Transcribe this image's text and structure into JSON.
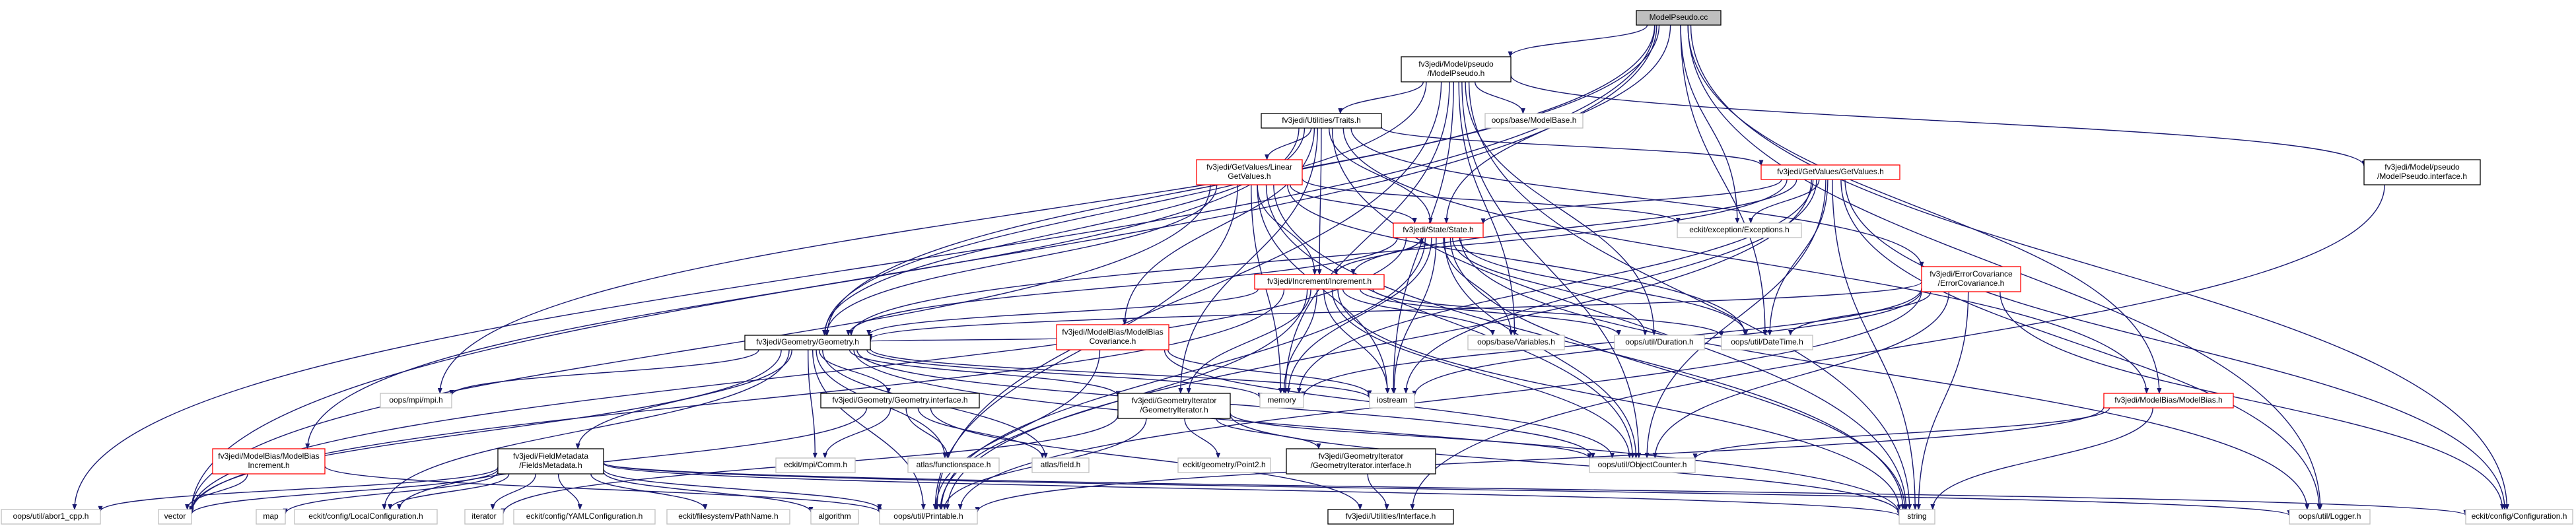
{
  "diagram": {
    "colors": {
      "edge": "#191970",
      "root_fill": "#bfbfbf",
      "doc_border": "#000000",
      "undoc_border": "#ff0000",
      "external_border": "#bfbfbf",
      "background": "#ffffff"
    },
    "nodes": [
      {
        "id": "modelpseudo-cc",
        "lines": [
          "ModelPseudo.cc"
        ],
        "kind": "root"
      },
      {
        "id": "model-pseudo-h",
        "lines": [
          "fv3jedi/Model/pseudo",
          "/ModelPseudo.h"
        ],
        "kind": "doc"
      },
      {
        "id": "traits-h",
        "lines": [
          "fv3jedi/Utilities/Traits.h"
        ],
        "kind": "doc"
      },
      {
        "id": "modelbase-h",
        "lines": [
          "oops/base/ModelBase.h"
        ],
        "kind": "external"
      },
      {
        "id": "linear-getvalues-h",
        "lines": [
          "fv3jedi/GetValues/Linear",
          "GetValues.h"
        ],
        "kind": "undoc"
      },
      {
        "id": "getvalues-h",
        "lines": [
          "fv3jedi/GetValues/GetValues.h"
        ],
        "kind": "undoc"
      },
      {
        "id": "model-pseudo-interface-h",
        "lines": [
          "fv3jedi/Model/pseudo",
          "/ModelPseudo.interface.h"
        ],
        "kind": "doc"
      },
      {
        "id": "state-h",
        "lines": [
          "fv3jedi/State/State.h"
        ],
        "kind": "undoc"
      },
      {
        "id": "exceptions-h",
        "lines": [
          "eckit/exception/Exceptions.h"
        ],
        "kind": "external"
      },
      {
        "id": "errorcovariance-h",
        "lines": [
          "fv3jedi/ErrorCovariance",
          "/ErrorCovariance.h"
        ],
        "kind": "undoc"
      },
      {
        "id": "increment-h",
        "lines": [
          "fv3jedi/Increment/Increment.h"
        ],
        "kind": "undoc"
      },
      {
        "id": "modelbias-covariance-h",
        "lines": [
          "fv3jedi/ModelBias/ModelBias",
          "Covariance.h"
        ],
        "kind": "undoc"
      },
      {
        "id": "geometry-h",
        "lines": [
          "fv3jedi/Geometry/Geometry.h"
        ],
        "kind": "doc"
      },
      {
        "id": "variables-h",
        "lines": [
          "oops/base/Variables.h"
        ],
        "kind": "external"
      },
      {
        "id": "duration-h",
        "lines": [
          "oops/util/Duration.h"
        ],
        "kind": "external"
      },
      {
        "id": "datetime-h",
        "lines": [
          "oops/util/DateTime.h"
        ],
        "kind": "external"
      },
      {
        "id": "mpi-h",
        "lines": [
          "oops/mpi/mpi.h"
        ],
        "kind": "external"
      },
      {
        "id": "memory",
        "lines": [
          "memory"
        ],
        "kind": "external"
      },
      {
        "id": "iostream",
        "lines": [
          "iostream"
        ],
        "kind": "external"
      },
      {
        "id": "geometry-interface-h",
        "lines": [
          "fv3jedi/Geometry/Geometry.interface.h"
        ],
        "kind": "doc"
      },
      {
        "id": "geometryiterator-h",
        "lines": [
          "fv3jedi/GeometryIterator",
          "/GeometryIterator.h"
        ],
        "kind": "doc"
      },
      {
        "id": "modelbias-h",
        "lines": [
          "fv3jedi/ModelBias/ModelBias.h"
        ],
        "kind": "undoc"
      },
      {
        "id": "modelbias-increment-h",
        "lines": [
          "fv3jedi/ModelBias/ModelBias",
          "Increment.h"
        ],
        "kind": "undoc"
      },
      {
        "id": "fieldsmetadata-h",
        "lines": [
          "fv3jedi/FieldMetadata",
          "/FieldsMetadata.h"
        ],
        "kind": "doc"
      },
      {
        "id": "comm-h",
        "lines": [
          "eckit/mpi/Comm.h"
        ],
        "kind": "external"
      },
      {
        "id": "functionspace-h",
        "lines": [
          "atlas/functionspace.h"
        ],
        "kind": "external"
      },
      {
        "id": "field-h",
        "lines": [
          "atlas/field.h"
        ],
        "kind": "external"
      },
      {
        "id": "point2-h",
        "lines": [
          "eckit/geometry/Point2.h"
        ],
        "kind": "external"
      },
      {
        "id": "geometryiterator-interface-h",
        "lines": [
          "fv3jedi/GeometryIterator",
          "/GeometryIterator.interface.h"
        ],
        "kind": "doc"
      },
      {
        "id": "objectcounter-h",
        "lines": [
          "oops/util/ObjectCounter.h"
        ],
        "kind": "external"
      },
      {
        "id": "abor1-cpp-h",
        "lines": [
          "oops/util/abor1_cpp.h"
        ],
        "kind": "external"
      },
      {
        "id": "vector",
        "lines": [
          "vector"
        ],
        "kind": "external"
      },
      {
        "id": "map",
        "lines": [
          "map"
        ],
        "kind": "external"
      },
      {
        "id": "localconfiguration-h",
        "lines": [
          "eckit/config/LocalConfiguration.h"
        ],
        "kind": "external"
      },
      {
        "id": "iterator",
        "lines": [
          "iterator"
        ],
        "kind": "external"
      },
      {
        "id": "yamlconfiguration-h",
        "lines": [
          "eckit/config/YAMLConfiguration.h"
        ],
        "kind": "external"
      },
      {
        "id": "pathname-h",
        "lines": [
          "eckit/filesystem/PathName.h"
        ],
        "kind": "external"
      },
      {
        "id": "algorithm",
        "lines": [
          "algorithm"
        ],
        "kind": "external"
      },
      {
        "id": "printable-h",
        "lines": [
          "oops/util/Printable.h"
        ],
        "kind": "external"
      },
      {
        "id": "utilities-interface-h",
        "lines": [
          "fv3jedi/Utilities/Interface.h"
        ],
        "kind": "doc"
      },
      {
        "id": "string",
        "lines": [
          "string"
        ],
        "kind": "external"
      },
      {
        "id": "logger-h",
        "lines": [
          "oops/util/Logger.h"
        ],
        "kind": "external"
      },
      {
        "id": "configuration-h",
        "lines": [
          "eckit/config/Configuration.h"
        ],
        "kind": "external"
      }
    ],
    "edges": [
      [
        "modelpseudo-cc",
        "model-pseudo-h"
      ],
      [
        "modelpseudo-cc",
        "state-h"
      ],
      [
        "modelpseudo-cc",
        "modelbias-h"
      ],
      [
        "modelpseudo-cc",
        "geometry-h"
      ],
      [
        "modelpseudo-cc",
        "mpi-h"
      ],
      [
        "modelpseudo-cc",
        "vector"
      ],
      [
        "modelpseudo-cc",
        "abor1-cpp-h"
      ],
      [
        "modelpseudo-cc",
        "exceptions-h"
      ],
      [
        "modelpseudo-cc",
        "datetime-h"
      ],
      [
        "modelpseudo-cc",
        "logger-h"
      ],
      [
        "modelpseudo-cc",
        "configuration-h"
      ],
      [
        "model-pseudo-h",
        "traits-h"
      ],
      [
        "model-pseudo-h",
        "modelbase-h"
      ],
      [
        "model-pseudo-h",
        "model-pseudo-interface-h"
      ],
      [
        "model-pseudo-h",
        "variables-h"
      ],
      [
        "model-pseudo-h",
        "duration-h"
      ],
      [
        "model-pseudo-h",
        "printable-h"
      ],
      [
        "model-pseudo-h",
        "objectcounter-h"
      ],
      [
        "model-pseudo-h",
        "geometry-h"
      ],
      [
        "model-pseudo-h",
        "memory"
      ],
      [
        "model-pseudo-h",
        "string"
      ],
      [
        "model-pseudo-h",
        "iostream"
      ],
      [
        "traits-h",
        "linear-getvalues-h"
      ],
      [
        "traits-h",
        "getvalues-h"
      ],
      [
        "traits-h",
        "state-h"
      ],
      [
        "traits-h",
        "increment-h"
      ],
      [
        "traits-h",
        "errorcovariance-h"
      ],
      [
        "traits-h",
        "modelbias-covariance-h"
      ],
      [
        "traits-h",
        "modelbias-increment-h"
      ],
      [
        "traits-h",
        "geometry-h"
      ],
      [
        "traits-h",
        "geometryiterator-h"
      ],
      [
        "traits-h",
        "modelbias-h"
      ],
      [
        "traits-h",
        "string"
      ],
      [
        "linear-getvalues-h",
        "state-h"
      ],
      [
        "linear-getvalues-h",
        "increment-h"
      ],
      [
        "linear-getvalues-h",
        "geometry-h"
      ],
      [
        "linear-getvalues-h",
        "exceptions-h"
      ],
      [
        "linear-getvalues-h",
        "datetime-h"
      ],
      [
        "linear-getvalues-h",
        "objectcounter-h"
      ],
      [
        "linear-getvalues-h",
        "printable-h"
      ],
      [
        "linear-getvalues-h",
        "vector"
      ],
      [
        "linear-getvalues-h",
        "memory"
      ],
      [
        "linear-getvalues-h",
        "string"
      ],
      [
        "linear-getvalues-h",
        "iostream"
      ],
      [
        "getvalues-h",
        "state-h"
      ],
      [
        "getvalues-h",
        "increment-h"
      ],
      [
        "getvalues-h",
        "geometry-h"
      ],
      [
        "getvalues-h",
        "exceptions-h"
      ],
      [
        "getvalues-h",
        "datetime-h"
      ],
      [
        "getvalues-h",
        "objectcounter-h"
      ],
      [
        "getvalues-h",
        "printable-h"
      ],
      [
        "getvalues-h",
        "memory"
      ],
      [
        "getvalues-h",
        "string"
      ],
      [
        "getvalues-h",
        "iostream"
      ],
      [
        "getvalues-h",
        "logger-h"
      ],
      [
        "getvalues-h",
        "configuration-h"
      ],
      [
        "state-h",
        "increment-h"
      ],
      [
        "state-h",
        "geometry-h"
      ],
      [
        "state-h",
        "variables-h"
      ],
      [
        "state-h",
        "datetime-h"
      ],
      [
        "state-h",
        "duration-h"
      ],
      [
        "state-h",
        "objectcounter-h"
      ],
      [
        "state-h",
        "printable-h"
      ],
      [
        "state-h",
        "memory"
      ],
      [
        "state-h",
        "iostream"
      ],
      [
        "state-h",
        "string"
      ],
      [
        "state-h",
        "vector"
      ],
      [
        "state-h",
        "logger-h"
      ],
      [
        "increment-h",
        "state-h"
      ],
      [
        "increment-h",
        "geometry-h"
      ],
      [
        "increment-h",
        "variables-h"
      ],
      [
        "increment-h",
        "datetime-h"
      ],
      [
        "increment-h",
        "duration-h"
      ],
      [
        "increment-h",
        "objectcounter-h"
      ],
      [
        "increment-h",
        "printable-h"
      ],
      [
        "increment-h",
        "geometryiterator-h"
      ],
      [
        "increment-h",
        "memory"
      ],
      [
        "increment-h",
        "iostream"
      ],
      [
        "increment-h",
        "string"
      ],
      [
        "increment-h",
        "vector"
      ],
      [
        "errorcovariance-h",
        "geometry-h"
      ],
      [
        "errorcovariance-h",
        "datetime-h"
      ],
      [
        "errorcovariance-h",
        "objectcounter-h"
      ],
      [
        "errorcovariance-h",
        "printable-h"
      ],
      [
        "errorcovariance-h",
        "memory"
      ],
      [
        "errorcovariance-h",
        "iostream"
      ],
      [
        "errorcovariance-h",
        "string"
      ],
      [
        "errorcovariance-h",
        "configuration-h"
      ],
      [
        "modelbias-covariance-h",
        "geometry-h"
      ],
      [
        "modelbias-covariance-h",
        "objectcounter-h"
      ],
      [
        "modelbias-covariance-h",
        "printable-h"
      ],
      [
        "modelbias-covariance-h",
        "iostream"
      ],
      [
        "geometry-h",
        "mpi-h"
      ],
      [
        "geometry-h",
        "memory"
      ],
      [
        "geometry-h",
        "iostream"
      ],
      [
        "geometry-h",
        "geometry-interface-h"
      ],
      [
        "geometry-h",
        "geometryiterator-h"
      ],
      [
        "geometry-h",
        "fieldsmetadata-h"
      ],
      [
        "geometry-h",
        "comm-h"
      ],
      [
        "geometry-h",
        "functionspace-h"
      ],
      [
        "geometry-h",
        "field-h"
      ],
      [
        "geometry-h",
        "objectcounter-h"
      ],
      [
        "geometry-h",
        "printable-h"
      ],
      [
        "geometry-h",
        "vector"
      ],
      [
        "geometry-h",
        "string"
      ],
      [
        "geometry-h",
        "localconfiguration-h"
      ],
      [
        "geometry-interface-h",
        "comm-h"
      ],
      [
        "geometry-interface-h",
        "functionspace-h"
      ],
      [
        "geometry-interface-h",
        "field-h"
      ],
      [
        "geometry-interface-h",
        "utilities-interface-h"
      ],
      [
        "geometry-interface-h",
        "localconfiguration-h"
      ],
      [
        "geometryiterator-h",
        "point2-h"
      ],
      [
        "geometryiterator-h",
        "geometryiterator-interface-h"
      ],
      [
        "geometryiterator-h",
        "objectcounter-h"
      ],
      [
        "geometryiterator-h",
        "printable-h"
      ],
      [
        "geometryiterator-h",
        "iterator"
      ],
      [
        "geometryiterator-h",
        "string"
      ],
      [
        "geometryiterator-interface-h",
        "utilities-interface-h"
      ],
      [
        "modelbias-h",
        "objectcounter-h"
      ],
      [
        "modelbias-h",
        "printable-h"
      ],
      [
        "modelbias-h",
        "string"
      ],
      [
        "modelbias-increment-h",
        "vector"
      ],
      [
        "modelbias-increment-h",
        "printable-h"
      ],
      [
        "fieldsmetadata-h",
        "vector"
      ],
      [
        "fieldsmetadata-h",
        "map"
      ],
      [
        "fieldsmetadata-h",
        "localconfiguration-h"
      ],
      [
        "fieldsmetadata-h",
        "iterator"
      ],
      [
        "fieldsmetadata-h",
        "yamlconfiguration-h"
      ],
      [
        "fieldsmetadata-h",
        "pathname-h"
      ],
      [
        "fieldsmetadata-h",
        "algorithm"
      ],
      [
        "fieldsmetadata-h",
        "printable-h"
      ],
      [
        "fieldsmetadata-h",
        "string"
      ],
      [
        "fieldsmetadata-h",
        "abor1-cpp-h"
      ],
      [
        "fieldsmetadata-h",
        "logger-h"
      ],
      [
        "fieldsmetadata-h",
        "configuration-h"
      ],
      [
        "model-pseudo-interface-h",
        "utilities-interface-h"
      ]
    ]
  }
}
